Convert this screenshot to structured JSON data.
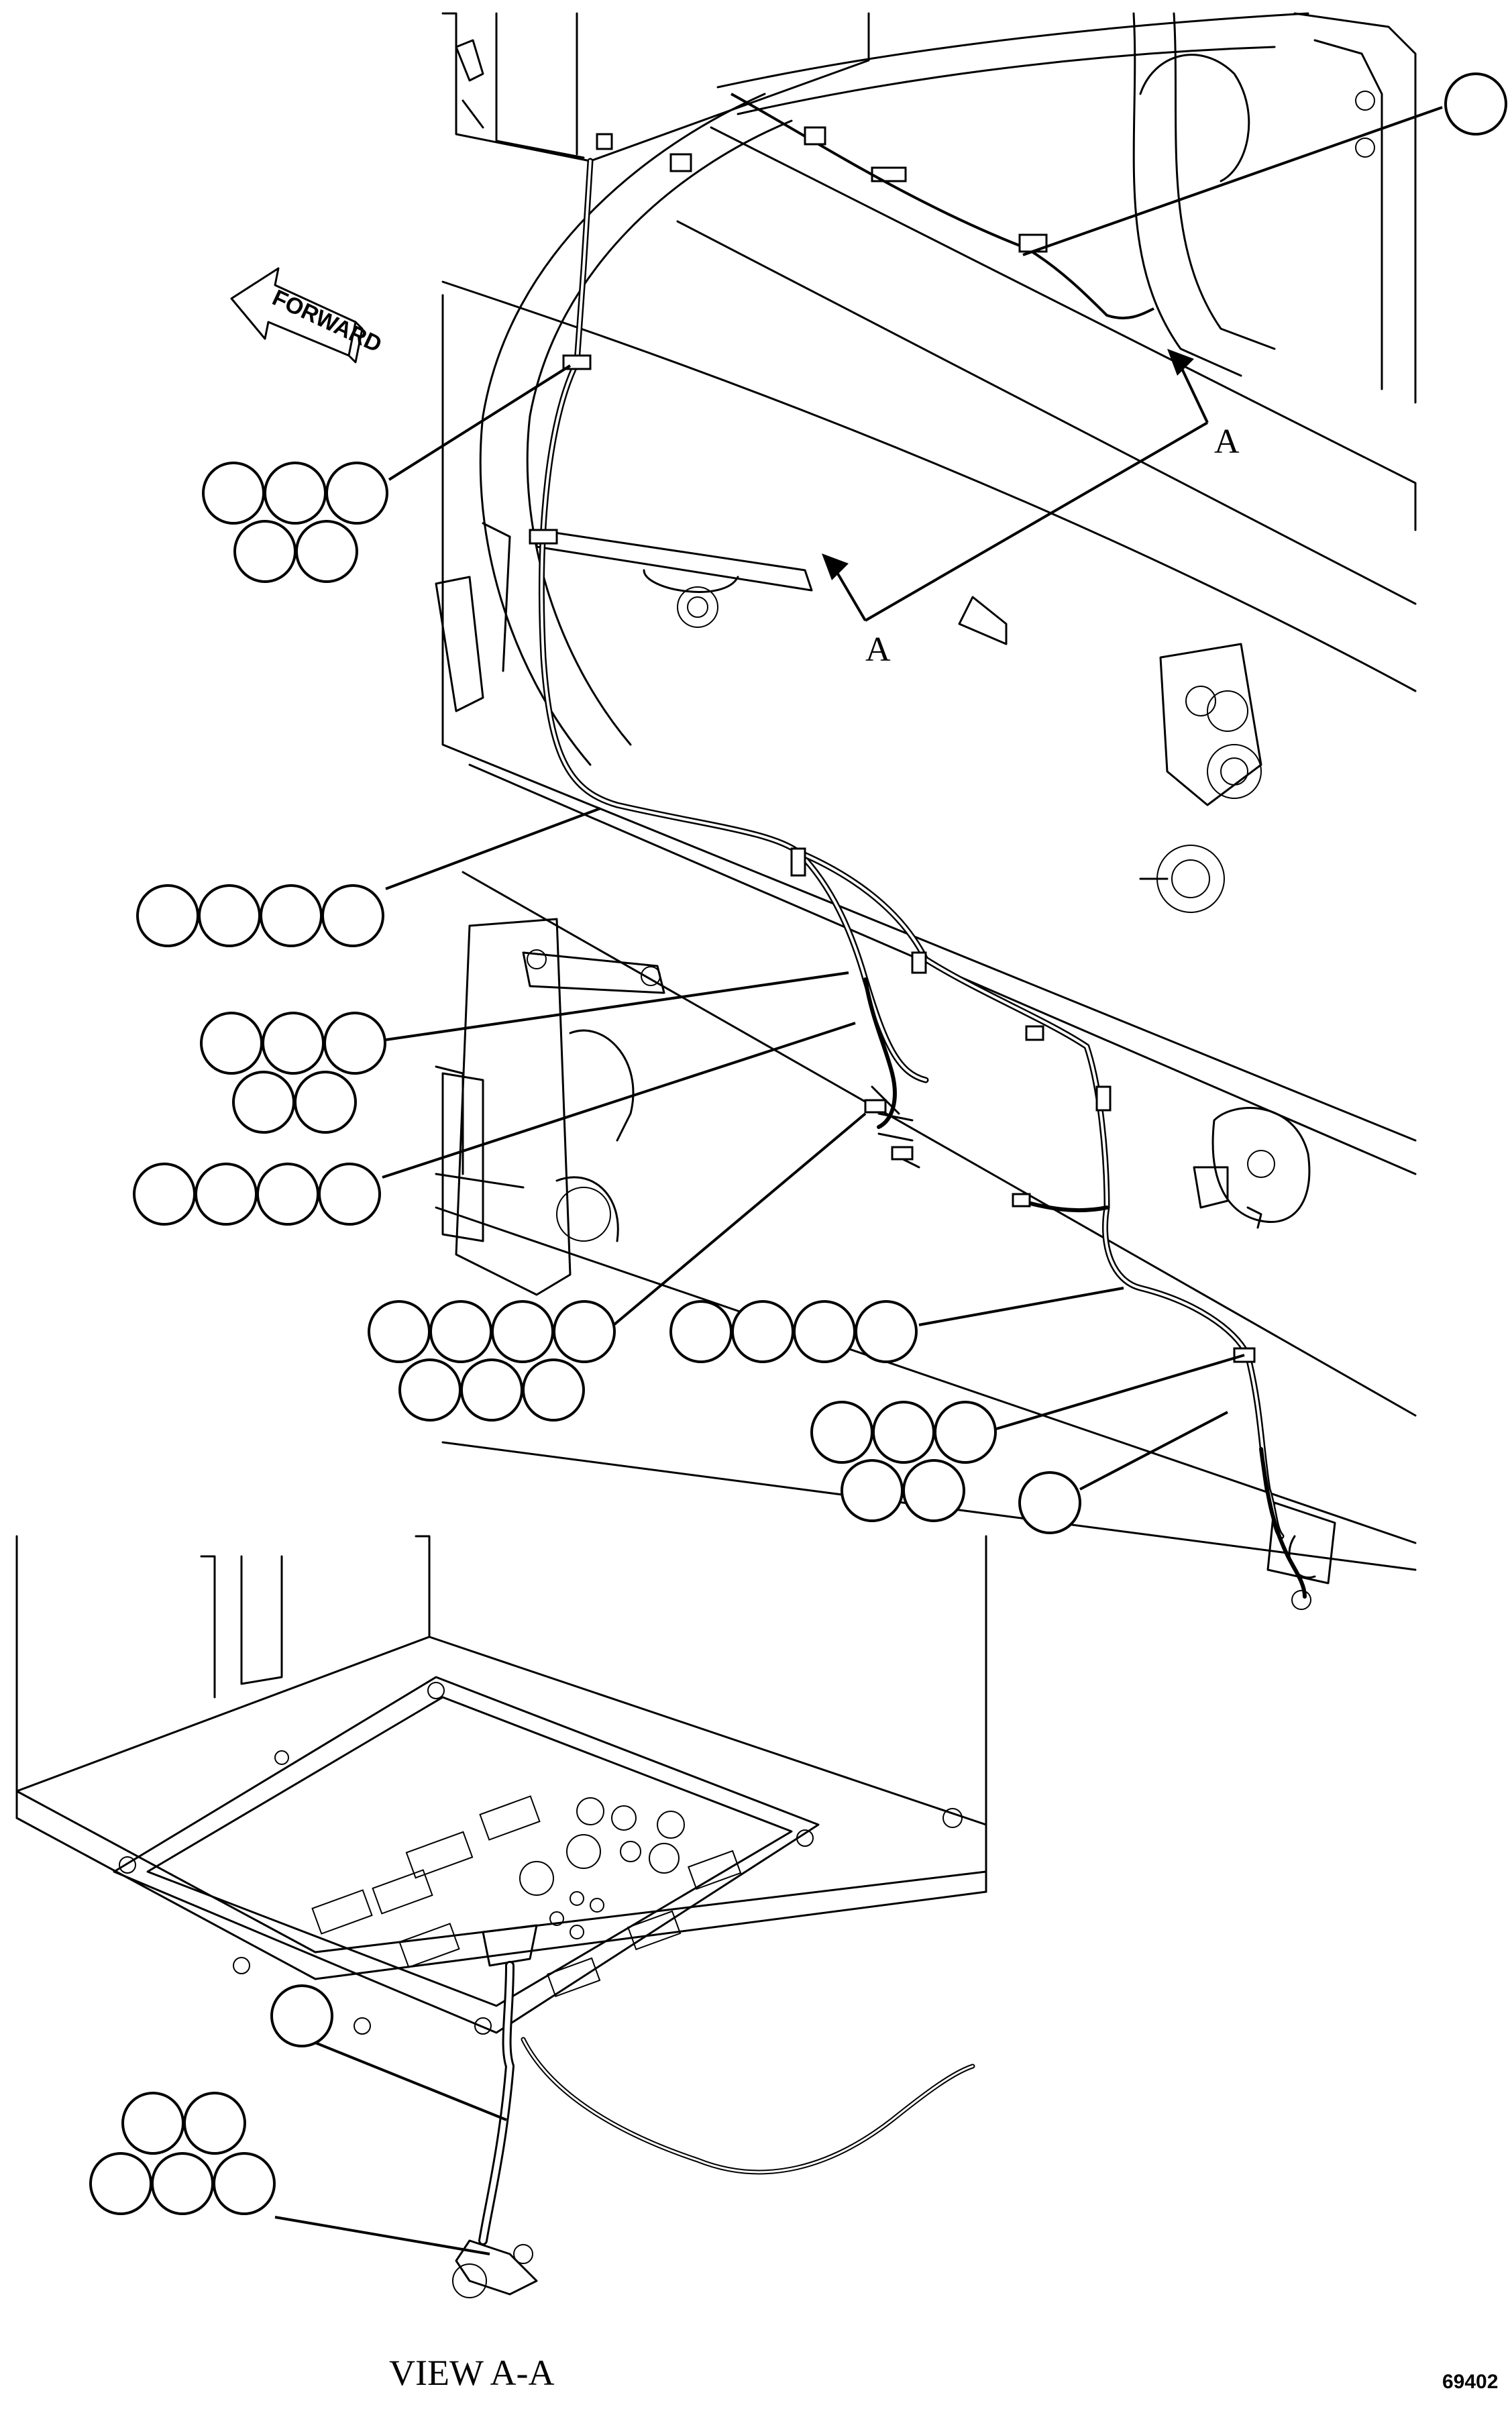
{
  "forward_arrow": {
    "label": "FORWARD",
    "icon": "forward-arrow-icon"
  },
  "section_markers": [
    {
      "id": "section-marker-upper",
      "label": "A"
    },
    {
      "id": "section-marker-lower",
      "label": "A"
    }
  ],
  "view_label": "VIEW A-A",
  "figure_number": "69402",
  "callout_groups": [
    {
      "id": "callout-top-right",
      "bubbles": 1
    },
    {
      "id": "callout-upper-left",
      "bubbles": 5
    },
    {
      "id": "callout-mid-1",
      "bubbles": 4
    },
    {
      "id": "callout-mid-2",
      "bubbles": 5
    },
    {
      "id": "callout-mid-3",
      "bubbles": 4
    },
    {
      "id": "callout-lower-left",
      "bubbles": 7
    },
    {
      "id": "callout-lower-center",
      "bubbles": 4
    },
    {
      "id": "callout-lower-right",
      "bubbles": 5
    },
    {
      "id": "callout-single-right",
      "bubbles": 1
    },
    {
      "id": "callout-view-single",
      "bubbles": 1
    },
    {
      "id": "callout-view-group",
      "bubbles": 5
    }
  ],
  "colors": {
    "line": "#000000",
    "background": "#ffffff"
  }
}
